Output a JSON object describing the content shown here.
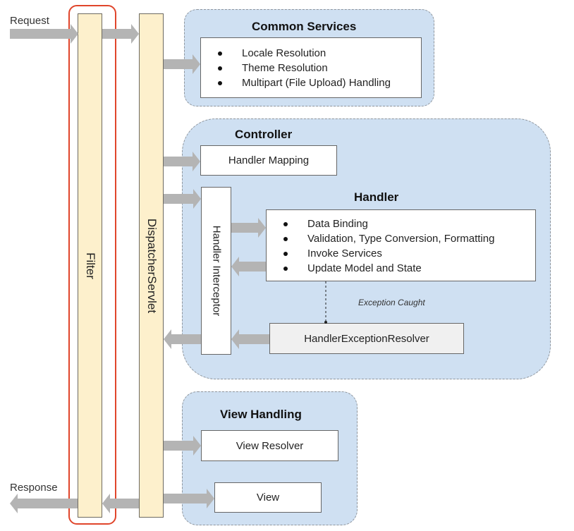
{
  "labels": {
    "request": "Request",
    "response": "Response"
  },
  "pillars": {
    "filter": "Filter",
    "dispatcher": "DispatcherServlet"
  },
  "common_services": {
    "title": "Common Services",
    "items": [
      "Locale Resolution",
      "Theme Resolution",
      "Multipart (File Upload) Handling"
    ]
  },
  "controller": {
    "title": "Controller",
    "handler_mapping": "Handler Mapping",
    "handler_interceptor": "Handler Interceptor",
    "handler": {
      "title": "Handler",
      "items": [
        "Data Binding",
        "Validation, Type Conversion, Formatting",
        "Invoke Services",
        "Update Model and State"
      ]
    },
    "exception_caught": "Exception Caught",
    "exception_resolver": "HandlerExceptionResolver"
  },
  "view_handling": {
    "title": "View Handling",
    "view_resolver": "View Resolver",
    "view": "View"
  },
  "colors": {
    "group_fill": "#cfe0f2",
    "pillar_fill": "#fdf0cc",
    "arrow": "#b4b4b4",
    "highlight": "#e0452b",
    "exception_box_fill": "#f0f0f0"
  }
}
